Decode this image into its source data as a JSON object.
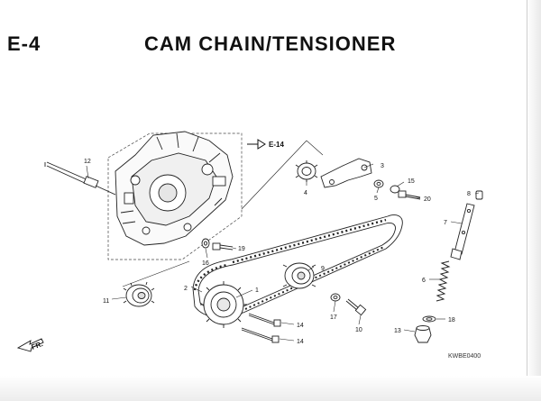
{
  "header": {
    "code": "E-4",
    "title": "CAM CHAIN/TENSIONER"
  },
  "reference": {
    "label": "E-14"
  },
  "direction": {
    "label": "FR."
  },
  "footer": {
    "code": "KWBE0400"
  },
  "callouts": {
    "c1": "1",
    "c2": "2",
    "c3": "3",
    "c4": "4",
    "c5": "5",
    "c6": "6",
    "c7": "7",
    "c8": "8",
    "c9": "9",
    "c10": "10",
    "c11": "11",
    "c12": "12",
    "c13": "13",
    "c14a": "14",
    "c14b": "14",
    "c15": "15",
    "c16": "16",
    "c17": "17",
    "c18": "18",
    "c19": "19",
    "c20": "20"
  }
}
